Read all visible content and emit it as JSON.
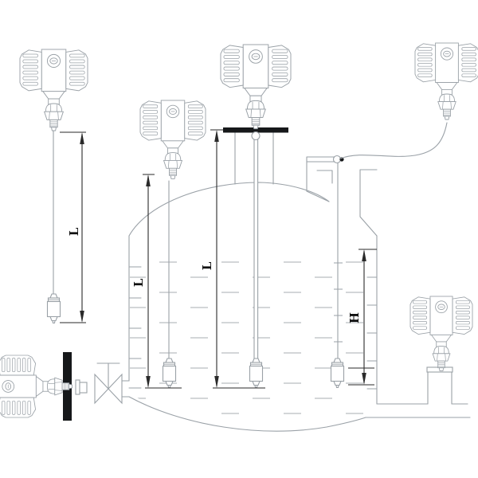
{
  "diagram": {
    "description": "Tank level-transmitter installation drawing",
    "labels": {
      "dim_standalone_probe": "L",
      "dim_tank_probe_left": "L",
      "dim_tank_probe_center": "L",
      "dim_tank_probe_right": "H"
    },
    "colors": {
      "line": "#9aa1a7",
      "ink": "#2a2a2a",
      "flange": "#16181a",
      "background": "#ffffff"
    },
    "icons": [
      "level-transmitter-icon",
      "probe-weight-icon",
      "gate-valve-icon",
      "flange-icon",
      "cable-gland-icon"
    ]
  }
}
